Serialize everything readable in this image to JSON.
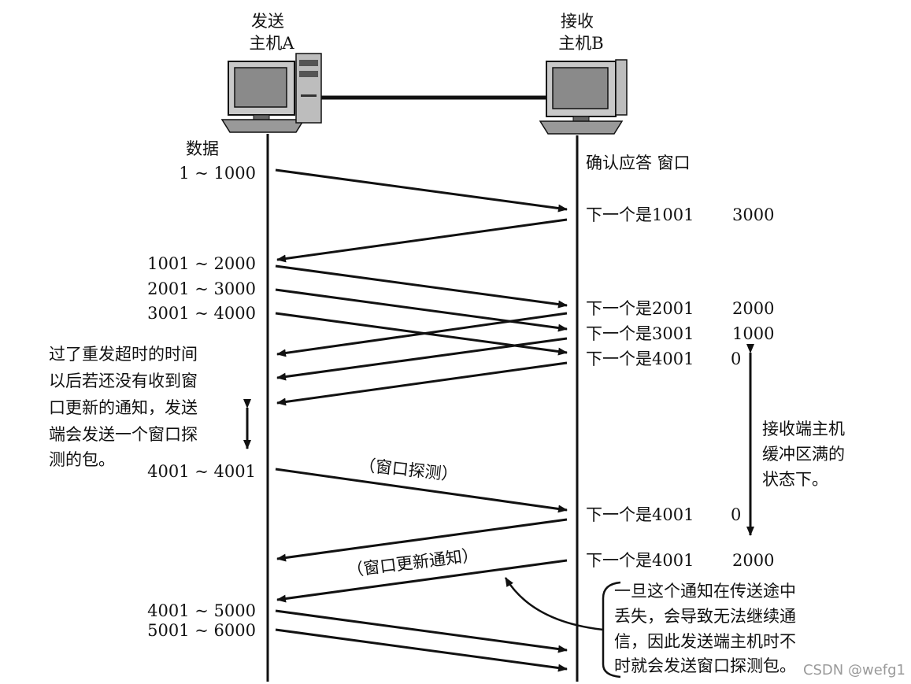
{
  "hosts": {
    "sender": {
      "line1": "发送",
      "line2": "主机A"
    },
    "receiver": {
      "line1": "接收",
      "line2": "主机B"
    }
  },
  "headers": {
    "left": "数据",
    "right": "确认应答 窗口"
  },
  "left_labels": [
    "1 ~ 1000",
    "1001 ~ 2000",
    "2001 ~ 3000",
    "3001 ~ 4000",
    "4001 ~ 4001",
    "4001 ~ 5000",
    "5001 ~ 6000"
  ],
  "acks": [
    {
      "ack": "下一个是1001",
      "window": "3000"
    },
    {
      "ack": "下一个是2001",
      "window": "2000"
    },
    {
      "ack": "下一个是3001",
      "window": "1000"
    },
    {
      "ack": "下一个是4001",
      "window": "0"
    },
    {
      "ack": "下一个是4001",
      "window": "0"
    },
    {
      "ack": "下一个是4001",
      "window": "2000"
    }
  ],
  "notes": {
    "timeout": [
      "过了重发超时的时间",
      "以后若还没有收到窗",
      "口更新的通知，发送",
      "端会发送一个窗口探",
      "测的包。"
    ],
    "buffer_full": [
      "接收端主机",
      "缓冲区满的",
      "状态下。"
    ],
    "loss": [
      "一旦这个通知在传送途中",
      "丢失，会导致无法继续通",
      "信，因此发送端主机时不",
      "时就会发送窗口探测包。"
    ]
  },
  "arrow_labels": {
    "probe": "（窗口探测）",
    "update": "（窗口更新通知）"
  },
  "watermark": "CSDN @wefg1"
}
